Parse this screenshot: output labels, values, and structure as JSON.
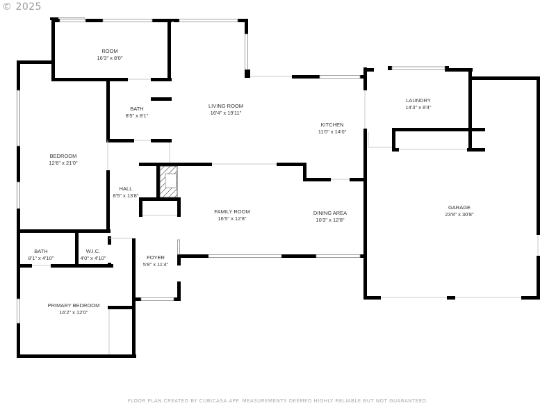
{
  "copyright": "© 2025",
  "footer": "FLOOR PLAN CREATED BY CUBICASA APP. MEASUREMENTS DEEMED HIGHLY RELIABLE BUT NOT GUARANTEED.",
  "colors": {
    "wall": "#000000",
    "background": "#ffffff",
    "label": "#333333",
    "footer": "#a8a8a8"
  },
  "rooms": [
    {
      "id": "room",
      "name": "ROOM",
      "dims": "16'3\" x 8'0\""
    },
    {
      "id": "bath-upper",
      "name": "BATH",
      "dims": "8'5\" x 8'1\""
    },
    {
      "id": "living-room",
      "name": "LIVING ROOM",
      "dims": "16'4\" x 19'11\""
    },
    {
      "id": "kitchen",
      "name": "KITCHEN",
      "dims": "11'0\" x 14'0\""
    },
    {
      "id": "laundry",
      "name": "LAUNDRY",
      "dims": "14'3\" x 8'4\""
    },
    {
      "id": "bedroom",
      "name": "BEDROOM",
      "dims": "12'6\" x 21'0\""
    },
    {
      "id": "hall",
      "name": "HALL",
      "dims": "8'5\" x 13'8\""
    },
    {
      "id": "family-room",
      "name": "FAMILY ROOM",
      "dims": "16'5\" x 12'8\""
    },
    {
      "id": "dining-area",
      "name": "DINING AREA",
      "dims": "10'3\" x 12'8\""
    },
    {
      "id": "garage",
      "name": "GARAGE",
      "dims": "23'8\" x 30'8\""
    },
    {
      "id": "bath-primary",
      "name": "BATH",
      "dims": "8'1\" x 4'10\""
    },
    {
      "id": "wic",
      "name": "W.I.C.",
      "dims": "4'0\" x 4'10\""
    },
    {
      "id": "foyer",
      "name": "FOYER",
      "dims": "5'8\" x 11'4\""
    },
    {
      "id": "primary-bedroom",
      "name": "PRIMARY BEDROOM",
      "dims": "16'2\" x 12'0\""
    }
  ]
}
